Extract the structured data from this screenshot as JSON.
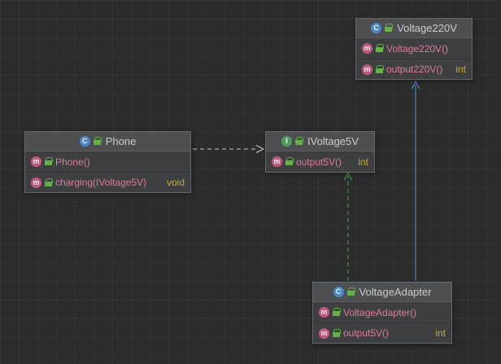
{
  "diagram": {
    "nodes": [
      {
        "id": "voltage220v",
        "kind": "class",
        "kind_letter": "C",
        "title": "Voltage220V",
        "members": [
          {
            "icon_letter": "m",
            "label": "Voltage220V()",
            "type": ""
          },
          {
            "icon_letter": "m",
            "label": "output220V()",
            "type": "int"
          }
        ]
      },
      {
        "id": "phone",
        "kind": "class",
        "kind_letter": "C",
        "title": "Phone",
        "members": [
          {
            "icon_letter": "m",
            "label": "Phone()",
            "type": ""
          },
          {
            "icon_letter": "m",
            "label": "charging(IVoltage5V)",
            "type": "void"
          }
        ]
      },
      {
        "id": "ivoltage5v",
        "kind": "interface",
        "kind_letter": "I",
        "title": "IVoltage5V",
        "members": [
          {
            "icon_letter": "m",
            "label": "output5V()",
            "type": "int"
          }
        ]
      },
      {
        "id": "voltageadapter",
        "kind": "class",
        "kind_letter": "C",
        "title": "VoltageAdapter",
        "members": [
          {
            "icon_letter": "m",
            "label": "VoltageAdapter()",
            "type": ""
          },
          {
            "icon_letter": "m",
            "label": "output5V()",
            "type": "int"
          }
        ]
      }
    ],
    "edges": [
      {
        "id": "phone-uses-ivoltage5v",
        "kind": "dependency",
        "style": "dashed",
        "color": "#c8c8c8"
      },
      {
        "id": "voltageadapter-implements-ivoltage5v",
        "kind": "realization",
        "style": "dashed",
        "color": "#4ca64c"
      },
      {
        "id": "voltageadapter-extends-voltage220v",
        "kind": "inheritance",
        "style": "solid",
        "color": "#5a8fdc"
      }
    ]
  },
  "colors": {
    "canvas_bg": "#2c2c2c",
    "node_header_bg": "#4d4f51",
    "node_body_bg": "#3d3f41",
    "title_text": "#cccccc",
    "method_text": "#de7b95",
    "type_text": "#c0a93f",
    "class_icon_bg": "#4a88c7",
    "interface_icon_bg": "#4da05a",
    "method_icon_bg": "#c4587c",
    "visibility_icon": "#62b543"
  }
}
